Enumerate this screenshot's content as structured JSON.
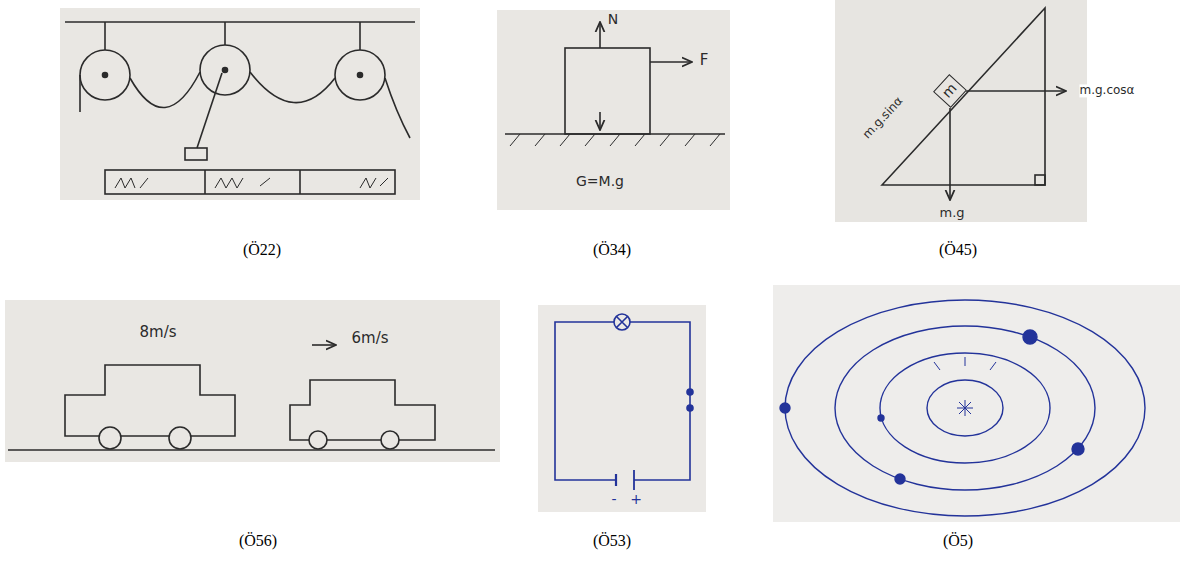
{
  "diagram": {
    "nodes": [
      {
        "text": [
          "m"
        ]
      }
    ],
    "labels": [
      "(Ö22)",
      "(Ö34)",
      "(Ö45)",
      "(Ö56)",
      "(Ö53)",
      "(Ö5)",
      "N",
      "F",
      "G=M.g",
      "m.g.cosα",
      "m.g.sinα",
      "m.g",
      "8m/s",
      "6m/s",
      "-",
      "+"
    ]
  }
}
